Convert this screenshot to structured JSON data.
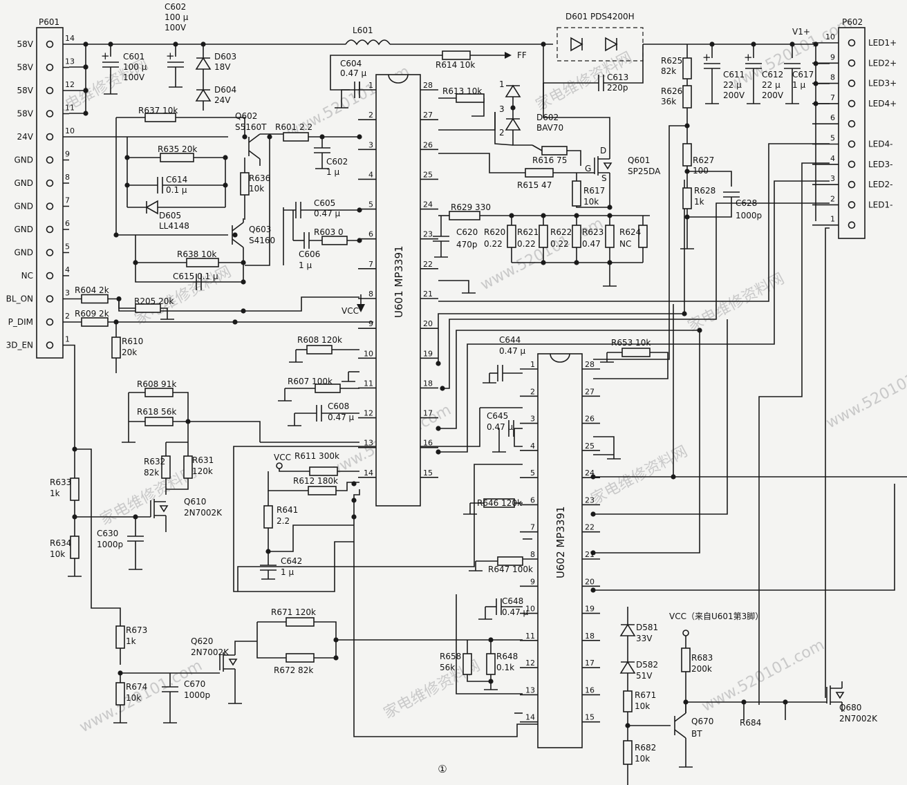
{
  "p601": {
    "ref": "P601",
    "pins": [
      {
        "num": "14",
        "name": "58V"
      },
      {
        "num": "13",
        "name": "58V"
      },
      {
        "num": "12",
        "name": "58V"
      },
      {
        "num": "11",
        "name": "58V"
      },
      {
        "num": "10",
        "name": "24V"
      },
      {
        "num": "9",
        "name": "GND"
      },
      {
        "num": "8",
        "name": "GND"
      },
      {
        "num": "7",
        "name": "GND"
      },
      {
        "num": "6",
        "name": "GND"
      },
      {
        "num": "5",
        "name": "GND"
      },
      {
        "num": "4",
        "name": "NC"
      },
      {
        "num": "3",
        "name": "BL_ON"
      },
      {
        "num": "2",
        "name": "P_DIM"
      },
      {
        "num": "1",
        "name": "3D_EN"
      }
    ]
  },
  "p602": {
    "ref": "P602",
    "pins": [
      {
        "num": "10",
        "name": "LED1+"
      },
      {
        "num": "9",
        "name": "LED2+"
      },
      {
        "num": "8",
        "name": "LED3+"
      },
      {
        "num": "7",
        "name": "LED4+"
      },
      {
        "num": "6",
        "name": ""
      },
      {
        "num": "5",
        "name": "LED4-"
      },
      {
        "num": "4",
        "name": "LED3-"
      },
      {
        "num": "3",
        "name": "LED2-"
      },
      {
        "num": "2",
        "name": "LED1-"
      },
      {
        "num": "1",
        "name": ""
      }
    ]
  },
  "u601": {
    "ref": "U601",
    "part": "MP3391",
    "left_pins": [
      "1",
      "2",
      "3",
      "4",
      "5",
      "6",
      "7",
      "8",
      "9",
      "10",
      "11",
      "12",
      "13",
      "14"
    ],
    "right_pins": [
      "28",
      "27",
      "26",
      "25",
      "24",
      "23",
      "22",
      "21",
      "20",
      "19",
      "18",
      "17",
      "16",
      "15"
    ]
  },
  "u602": {
    "ref": "U602",
    "part": "MP3391",
    "left_pins": [
      "1",
      "2",
      "3",
      "4",
      "5",
      "6",
      "7",
      "8",
      "9",
      "10",
      "11",
      "12",
      "13",
      "14"
    ],
    "right_pins": [
      "28",
      "27",
      "26",
      "25",
      "24",
      "23",
      "22",
      "21",
      "20",
      "19",
      "18",
      "17",
      "16",
      "15"
    ]
  },
  "labels": {
    "c602": [
      "C602",
      "100 μ",
      "100V"
    ],
    "c601": [
      "C601",
      "100 μ",
      "100V"
    ],
    "d603": [
      "D603",
      "18V"
    ],
    "d604": [
      "D604",
      "24V"
    ],
    "l601": "L601",
    "d601": "D601  PDS4200H",
    "v1": "V1+",
    "c604": [
      "C604",
      "0.47 μ"
    ],
    "r614": "R614  10k",
    "ff": "FF",
    "r613": "R613  10k",
    "d602": [
      "D602",
      "BAV70"
    ],
    "d602_pins": [
      "1",
      "3",
      "2"
    ],
    "c613": [
      "C613",
      "220p"
    ],
    "r625": [
      "R625",
      "82k"
    ],
    "r626": [
      "R626",
      "36k"
    ],
    "c611": [
      "C611",
      "22 μ",
      "200V"
    ],
    "c612": [
      "C612",
      "22 μ",
      "200V"
    ],
    "c617": [
      "C617",
      "1 μ"
    ],
    "r637": "R637  10k",
    "q602": [
      "Q602",
      "S5160T"
    ],
    "r601": "R601  2.2",
    "c602b": [
      "C602",
      "1 μ"
    ],
    "r635": "R635  20k",
    "r636": [
      "R636",
      "10k"
    ],
    "c614": [
      "C614",
      "0.1 μ"
    ],
    "d605": [
      "D605",
      "LL4148"
    ],
    "q603": [
      "Q603",
      "S4160"
    ],
    "r638": "R638  10k",
    "c615": "C615   0.1 μ",
    "c605": [
      "C605",
      "0.47 μ"
    ],
    "r603": "R603  0",
    "c606": [
      "C606",
      "1 μ"
    ],
    "r616": "R616  75",
    "r615": "R615  47",
    "q601": [
      "Q601",
      "SP25DA"
    ],
    "q601_pins": [
      "D",
      "G",
      "S"
    ],
    "r617": [
      "R617",
      "10k"
    ],
    "r627": [
      "R627",
      "100"
    ],
    "r628": [
      "R628",
      "1k"
    ],
    "c628": [
      "C628",
      "1000p"
    ],
    "r629": "R629  330",
    "c620": [
      "C620",
      "470p"
    ],
    "r620": [
      "R620",
      "0.22"
    ],
    "r621": [
      "R621",
      "0.22"
    ],
    "r622": [
      "R622",
      "0.22"
    ],
    "r623": [
      "R623",
      "0.47"
    ],
    "r624": [
      "R624",
      "NC"
    ],
    "r604": "R604  2k",
    "r205": "R205  20k",
    "r609": "R609  2k",
    "r610": [
      "R610",
      "20k"
    ],
    "vcc": "VCC",
    "r608": "R608  120k",
    "r607": "R607  100k",
    "c608": [
      "C608",
      "0.47 μ"
    ],
    "c644": [
      "C644",
      "0.47 μ"
    ],
    "r653": "R653  10k",
    "c645": [
      "C645",
      "0.47 μ"
    ],
    "r608b": "R608  91k",
    "r618": "R618  56k",
    "r632": [
      "R632",
      "82k"
    ],
    "r631": [
      "R631",
      "120k"
    ],
    "q610": [
      "Q610",
      "2N7002K"
    ],
    "r633": [
      "R633",
      "1k"
    ],
    "r634": [
      "R634",
      "10k"
    ],
    "c630": [
      "C630",
      "1000p"
    ],
    "r611": "R611  300k",
    "r612": "R612  180k",
    "r641": [
      "R641",
      "2.2"
    ],
    "c642": [
      "C642",
      "1 μ"
    ],
    "r646": "R646  120k",
    "r647": "R647  100k",
    "c648": [
      "C648",
      "0.47 μ"
    ],
    "d581": [
      "D581",
      "33V"
    ],
    "d582": [
      "D582",
      "51V"
    ],
    "vcc_note": "VCC（来自U601第3脚）",
    "r683": [
      "R683",
      "200k"
    ],
    "r671b": [
      "R671",
      "10k"
    ],
    "q670": [
      "Q670",
      "BT"
    ],
    "r682": [
      "R682",
      "10k"
    ],
    "q680": [
      "Q680",
      "2N7002K"
    ],
    "r684": "R684",
    "r671": "R671  120k",
    "q620": [
      "Q620",
      "2N7002K"
    ],
    "r672": "R672  82k",
    "r673": [
      "R673",
      "1k"
    ],
    "r674": [
      "R674",
      "10k"
    ],
    "c670": [
      "C670",
      "1000p"
    ],
    "r658": [
      "R658",
      "56k"
    ],
    "r648": [
      "R648",
      "0.1k"
    ],
    "fig": "①",
    "wm_site": "www.520101.com",
    "wm_cn": "家电维修资料网"
  }
}
